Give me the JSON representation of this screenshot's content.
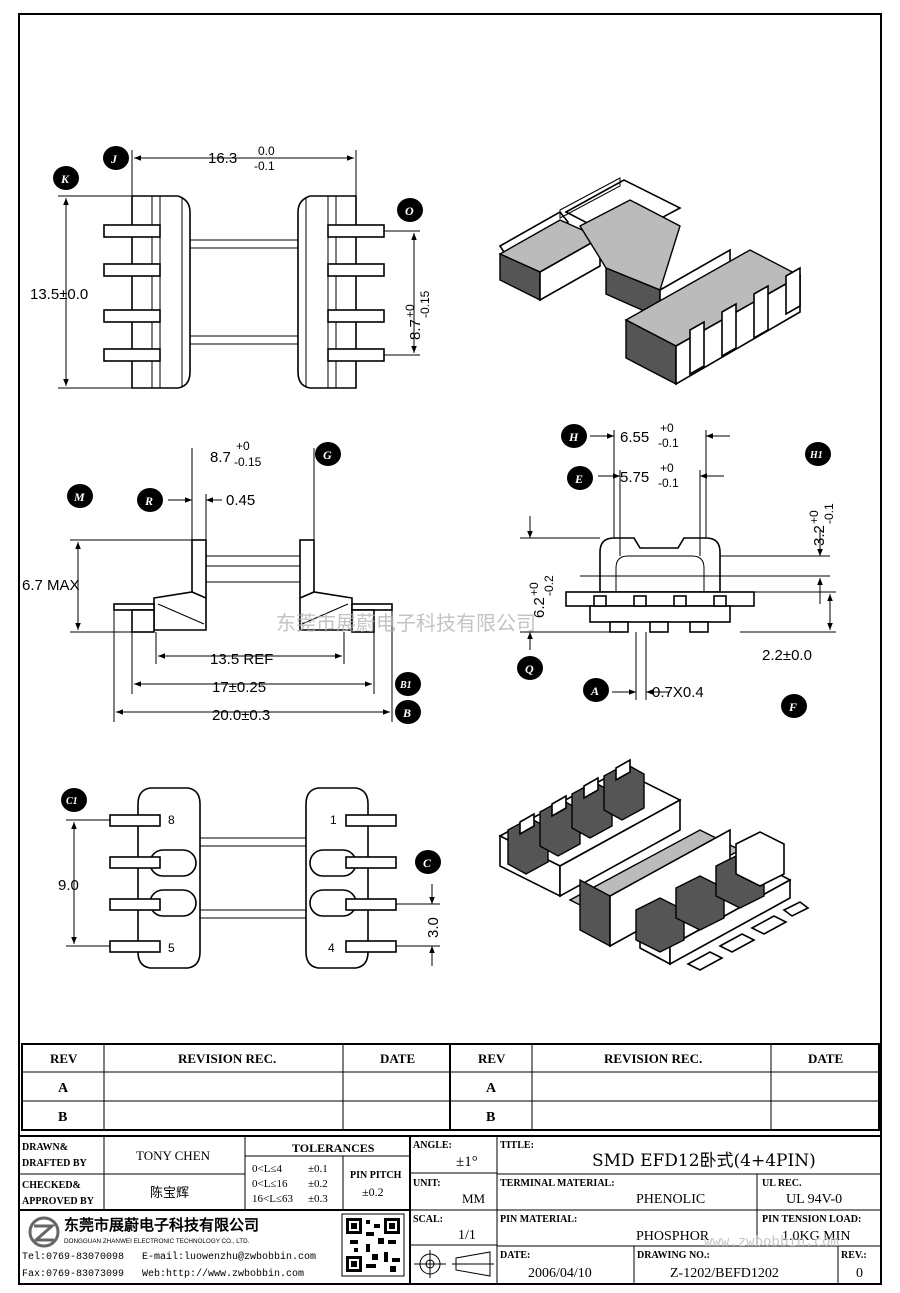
{
  "labels": {
    "J": "J",
    "K": "K",
    "O": "O",
    "M": "M",
    "R": "R",
    "G": "G",
    "B1": "B1",
    "B": "B",
    "H": "H",
    "E": "E",
    "H1": "H1",
    "Q": "Q",
    "A": "A",
    "F": "F",
    "C1": "C1",
    "C": "C"
  },
  "dims": {
    "top_width": "16.3",
    "top_width_tol_up": "0.0",
    "top_width_tol_dn": "-0.1",
    "top_height": "13.5±0.0",
    "pin_span": "8.7",
    "pin_span_tol_up": "+0",
    "pin_span_tol_dn": "-0.15",
    "side_pin_span": "8.7",
    "side_pin_span_tol_up": "+0",
    "side_pin_span_tol_dn": "-0.15",
    "pin_thk": "0.45",
    "height_max": "6.7 MAX",
    "ref_len": "13.5 REF",
    "len_17": "17±0.25",
    "len_20": "20.0±0.3",
    "end_h": "6.55",
    "end_h_up": "+0",
    "end_h_dn": "-0.1",
    "end_e": "5.75",
    "end_e_up": "+0",
    "end_e_dn": "-0.1",
    "end_h1": "3.2",
    "end_h1_up": "+0",
    "end_h1_dn": "-0.1",
    "end_q": "6.2",
    "end_q_up": "+0",
    "end_q_dn": "-0.2",
    "end_22": "2.2±0.0",
    "end_pin": "0.7X0.4",
    "bottom_90": "9.0",
    "bottom_30": "3.0"
  },
  "pins": {
    "p8": "8",
    "p5": "5",
    "p1": "1",
    "p4": "4"
  },
  "watermark": "东莞市展蔚电子科技有限公司",
  "watermark2": "www.zwbobbin.com",
  "rev_table": {
    "headers": [
      "REV",
      "REVISION REC.",
      "DATE",
      "REV",
      "REVISION REC.",
      "DATE"
    ],
    "rows": [
      [
        "A",
        "",
        "",
        "A",
        "",
        ""
      ],
      [
        "B",
        "",
        "",
        "B",
        "",
        ""
      ]
    ]
  },
  "title_block": {
    "drawn_label": "DRAWN&",
    "drafted_label": "DRAFTED BY",
    "drawn_value": "TONY CHEN",
    "checked_label": "CHECKED&",
    "approved_label": "APPROVED BY",
    "checked_value": "陈宝辉",
    "tolerances_label": "TOLERANCES",
    "tol_rows": [
      [
        "0<L≤4",
        "±0.1"
      ],
      [
        "0<L≤16",
        "±0.2"
      ],
      [
        "16<L≤63",
        "±0.3"
      ]
    ],
    "pin_pitch_label": "PIN PITCH",
    "pin_pitch_value": "±0.2",
    "angle_label": "ANGLE:",
    "angle_value": "±1°",
    "unit_label": "UNIT:",
    "unit_value": "MM",
    "scale_label": "SCAL:",
    "scale_value": "1/1",
    "title_label": "TITLE:",
    "title_value": "SMD EFD12卧式(4+4PIN)",
    "terminal_label": "TERMINAL MATERIAL:",
    "terminal_value": "PHENOLIC",
    "ul_label": "UL REC.",
    "ul_value": "UL 94V-0",
    "pin_material_label": "PIN MATERIAL:",
    "pin_material_value": "PHOSPHOR",
    "tension_label": "PIN TENSION LOAD:",
    "tension_value": "1.0KG MIN",
    "date_label": "DATE:",
    "date_value": "2006/04/10",
    "drawing_label": "DRAWING NO.:",
    "drawing_value": "Z-1202/BEFD1202",
    "rev_label": "REV.:",
    "rev_value": "0",
    "company_cn": "东莞市展蔚电子科技有限公司",
    "company_en": "DONGGUAN ZHANWEI ELECTRONIC TECHNOLOGY CO., LTD.",
    "tel": "Tel:0769-83070098",
    "email": "E-mail:luowenzhu@zwbobbin.com",
    "fax": "Fax:0769-83073099",
    "web": "Web:http://www.zwbobbin.com"
  }
}
